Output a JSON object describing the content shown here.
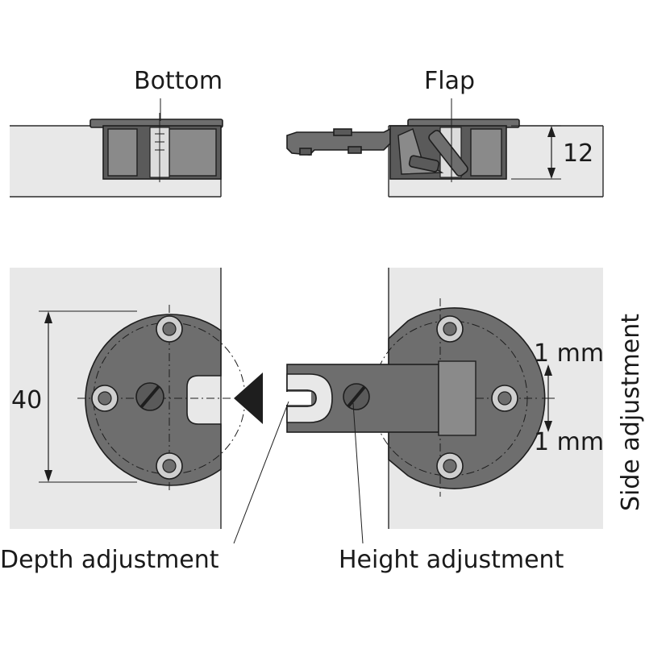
{
  "labels": {
    "bottom": "Bottom",
    "flap": "Flap",
    "thickness": "12",
    "diameter": "40",
    "one_mm_top": "1 mm",
    "one_mm_bottom": "1 mm",
    "side_adjustment": "Side adjustment",
    "depth_adjustment": "Depth adjustment",
    "height_adjustment": "Height adjustment"
  },
  "colors": {
    "panel": "#e8e8e8",
    "metal": "#6e6e6e",
    "line": "#1e1e1e"
  }
}
